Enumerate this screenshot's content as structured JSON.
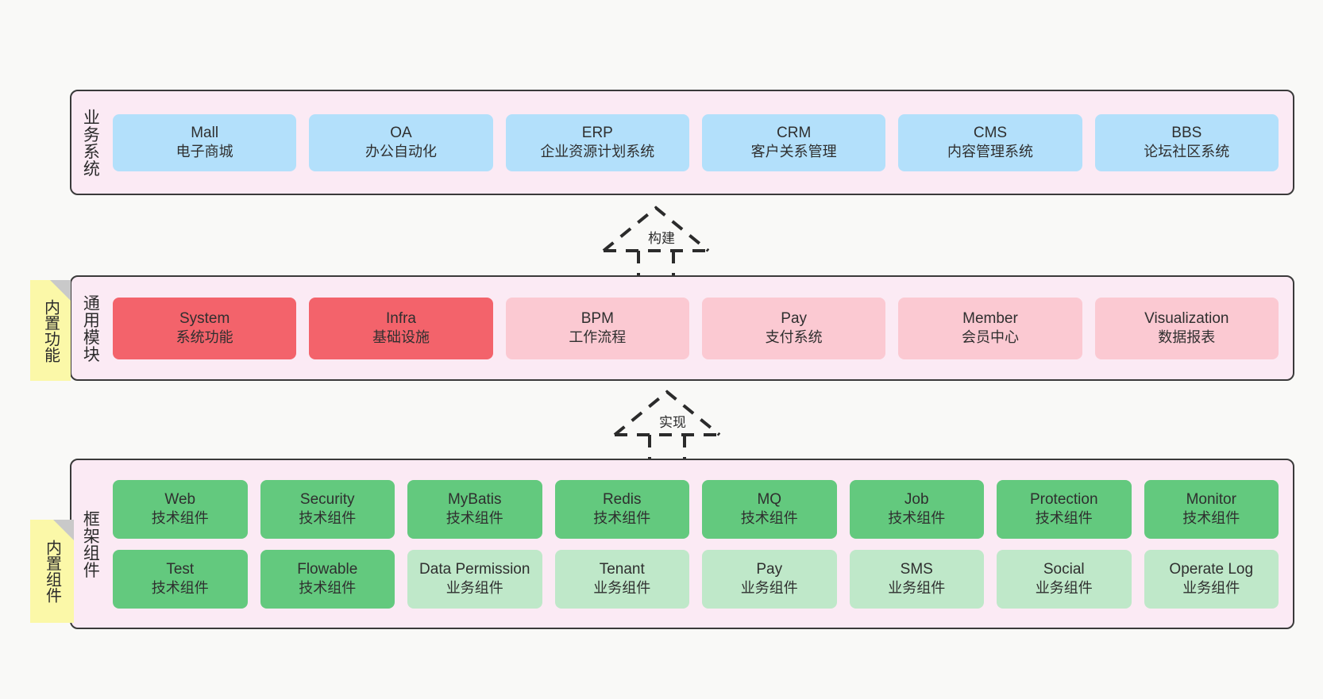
{
  "diagram": {
    "title": "",
    "colors": {
      "canvas_bg": "#f9f9f7",
      "layer_bg": "#fbeaf4",
      "layer_border": "#3a3a3a",
      "blue": "#b3e0fb",
      "red": "#f3636b",
      "pink": "#fbc9d2",
      "green": "#63c97e",
      "light_green": "#bfe8c9",
      "note_yellow": "#fbf8a8",
      "note_fold": "#c9c9c9"
    }
  },
  "layers": [
    {
      "id": "business",
      "label": "业务系统",
      "rows": [
        {
          "nodes": [
            {
              "title": "Mall",
              "sub": "电子商城",
              "color": "blue"
            },
            {
              "title": "OA",
              "sub": "办公自动化",
              "color": "blue"
            },
            {
              "title": "ERP",
              "sub": "企业资源计划系统",
              "color": "blue"
            },
            {
              "title": "CRM",
              "sub": "客户关系管理",
              "color": "blue"
            },
            {
              "title": "CMS",
              "sub": "内容管理系统",
              "color": "blue"
            },
            {
              "title": "BBS",
              "sub": "论坛社区系统",
              "color": "blue"
            }
          ]
        }
      ]
    },
    {
      "id": "common",
      "label": "通用模块",
      "rows": [
        {
          "nodes": [
            {
              "title": "System",
              "sub": "系统功能",
              "color": "red"
            },
            {
              "title": "Infra",
              "sub": "基础设施",
              "color": "red"
            },
            {
              "title": "BPM",
              "sub": "工作流程",
              "color": "pink"
            },
            {
              "title": "Pay",
              "sub": "支付系统",
              "color": "pink"
            },
            {
              "title": "Member",
              "sub": "会员中心",
              "color": "pink"
            },
            {
              "title": "Visualization",
              "sub": "数据报表",
              "color": "pink"
            }
          ]
        }
      ]
    },
    {
      "id": "frame",
      "label": "框架组件",
      "rows": [
        {
          "nodes": [
            {
              "title": "Web",
              "sub": "技术组件",
              "color": "green"
            },
            {
              "title": "Security",
              "sub": "技术组件",
              "color": "green"
            },
            {
              "title": "MyBatis",
              "sub": "技术组件",
              "color": "green"
            },
            {
              "title": "Redis",
              "sub": "技术组件",
              "color": "green"
            },
            {
              "title": "MQ",
              "sub": "技术组件",
              "color": "green"
            },
            {
              "title": "Job",
              "sub": "技术组件",
              "color": "green"
            },
            {
              "title": "Protection",
              "sub": "技术组件",
              "color": "green"
            },
            {
              "title": "Monitor",
              "sub": "技术组件",
              "color": "green"
            }
          ]
        },
        {
          "nodes": [
            {
              "title": "Test",
              "sub": "技术组件",
              "color": "green"
            },
            {
              "title": "Flowable",
              "sub": "技术组件",
              "color": "green"
            },
            {
              "title": "Data Permission",
              "sub": "业务组件",
              "color": "light_green"
            },
            {
              "title": "Tenant",
              "sub": "业务组件",
              "color": "light_green"
            },
            {
              "title": "Pay",
              "sub": "业务组件",
              "color": "light_green"
            },
            {
              "title": "SMS",
              "sub": "业务组件",
              "color": "light_green"
            },
            {
              "title": "Social",
              "sub": "业务组件",
              "color": "light_green"
            },
            {
              "title": "Operate Log",
              "sub": "业务组件",
              "color": "light_green"
            }
          ]
        }
      ]
    }
  ],
  "notes": [
    {
      "id": "builtin-func",
      "label": "内置功能"
    },
    {
      "id": "builtin-comp",
      "label": "内置组件"
    }
  ],
  "arrows": [
    {
      "id": "build",
      "caption": "构建",
      "style": "dashed-hollow-triangle",
      "direction": "up"
    },
    {
      "id": "impl",
      "caption": "实现",
      "style": "dashed-hollow-triangle",
      "direction": "up"
    }
  ]
}
